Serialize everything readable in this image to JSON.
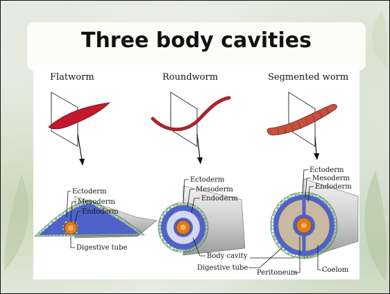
{
  "slide": {
    "title": "Three body cavities"
  },
  "columns": [
    {
      "heading": "Flatworm",
      "labels": [
        "Ectoderm",
        "Mesoderm",
        "Endoderm",
        "Digestive tube"
      ]
    },
    {
      "heading": "Roundworm",
      "labels": [
        "Ectoderm",
        "Mesoderm",
        "Endoderm",
        "Body cavity",
        "Digestive tube"
      ]
    },
    {
      "heading": "Segmented worm",
      "labels": [
        "Ectoderm",
        "Mesoderm",
        "Endoderm",
        "Peritoneum",
        "Coelom"
      ]
    }
  ],
  "colors": {
    "ectoderm": "#9fd0a4",
    "mesoderm": "#4f62c9",
    "endoderm": "#e37a1e",
    "worm_flat": "#c2182c",
    "worm_round": "#a6262a",
    "worm_segmented": "#c8503e"
  }
}
